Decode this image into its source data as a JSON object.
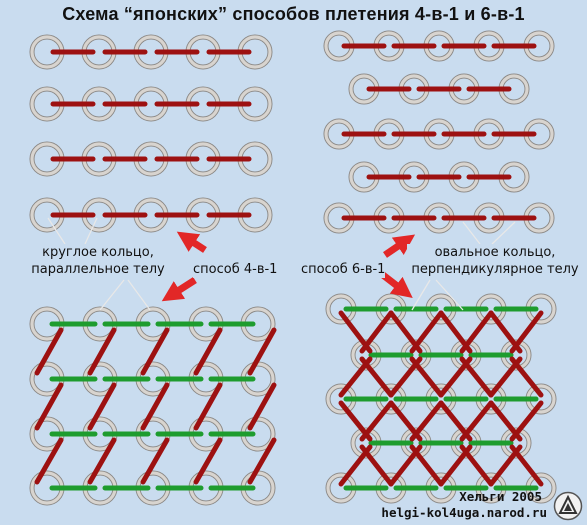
{
  "title": "Схема “японских” способов плетения 4-в-1 и 6-в-1",
  "labels": {
    "round_ring_line1": "круглое кольцо,",
    "round_ring_line2": "параллельное телу",
    "method_4in1": "способ 4-в-1",
    "method_6in1": "способ 6-в-1",
    "oval_ring_line1": "овальное кольцо,",
    "oval_ring_line2": "перпендикулярное телу"
  },
  "credits": {
    "author": "Хельги 2005",
    "site": "helgi-kol4uga.narod.ru"
  },
  "colors": {
    "background": "#c9dcef",
    "ring_round": "#d8d4cf",
    "ring_edge": "#8a8784",
    "link_red": "#9d1111",
    "link_green": "#1e9c2e",
    "arrow_red": "#e22727"
  },
  "icons": {
    "logo": "triangle-helmet-logo"
  }
}
